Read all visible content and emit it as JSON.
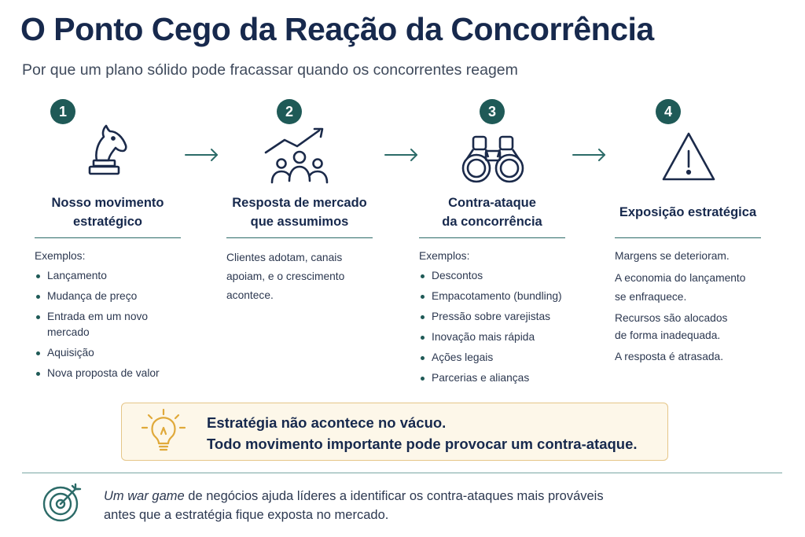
{
  "header": {
    "title": "O Ponto Cego da Reação da Concorrência",
    "subtitle": "Por que um plano sólido pode fracassar quando os concorrentes reagem"
  },
  "steps": [
    {
      "number": "1",
      "icon": "chess-knight-icon",
      "title_line1": "Nosso movimento",
      "title_line2": "estratégico",
      "intro": "Exemplos:",
      "items": [
        "Lançamento",
        "Mudança de preço",
        "Entrada em um novo mercado",
        "Aquisição",
        "Nova proposta de valor"
      ]
    },
    {
      "number": "2",
      "icon": "market-growth-icon",
      "title_line1": "Resposta de mercado",
      "title_line2": "que assumimos",
      "text": "Clientes adotam, canais apoiam, e o crescimento acontece."
    },
    {
      "number": "3",
      "icon": "binoculars-icon",
      "title_line1": "Contra-ataque",
      "title_line2": "da concorrência",
      "intro": "Exemplos:",
      "items": [
        "Descontos",
        "Empacotamento (bundling)",
        "Pressão sobre varejistas",
        "Inovação mais rápida",
        "Ações legais",
        "Parcerias e alianças"
      ]
    },
    {
      "number": "4",
      "icon": "warning-triangle-icon",
      "title_line1": "Exposição estratégica",
      "paragraphs": [
        "Margens se deterioram.",
        "A economia do lançamento se enfraquece.",
        "Recursos são alocados de forma inadequada.",
        "A resposta é atrasada."
      ]
    }
  ],
  "callout": {
    "icon": "lightbulb-icon",
    "line1": "Estratégia não acontece no vácuo.",
    "line2": "Todo movimento importante pode provocar um contra-ataque."
  },
  "footer": {
    "icon": "target-dart-icon",
    "line1_emph": "Um war game",
    "line1_rest": " de negócios ajuda líderes a identificar os contra-ataques mais prováveis",
    "line2": "antes que a estratégia fique exposta no mercado."
  },
  "colors": {
    "title": "#17294d",
    "accent": "#1f5a57",
    "callout_bg": "#fdf7e9",
    "callout_border": "#e5c688",
    "bulb": "#e0a93a"
  }
}
